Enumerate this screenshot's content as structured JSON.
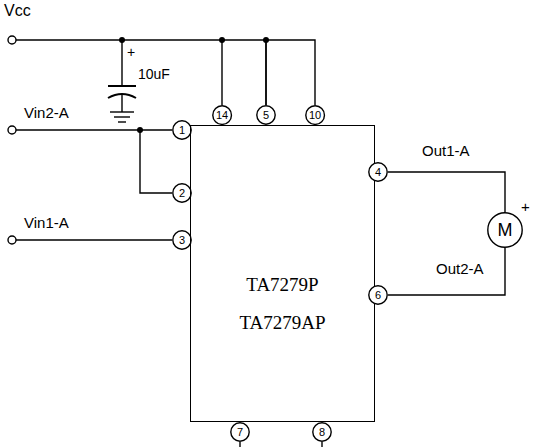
{
  "diagram": {
    "nodes": [
      {
        "text": [
          "14"
        ]
      },
      {
        "text": [
          "5"
        ]
      },
      {
        "text": [
          "10"
        ]
      },
      {
        "text": [
          "1"
        ]
      },
      {
        "text": [
          "2"
        ]
      },
      {
        "text": [
          "3"
        ]
      },
      {
        "text": [
          "TA7279P",
          "TA7279AP"
        ]
      },
      {
        "text": [
          "4"
        ]
      },
      {
        "text": [
          "M"
        ]
      },
      {
        "text": [
          "6"
        ]
      },
      {
        "text": [
          "7"
        ]
      },
      {
        "text": [
          "8"
        ]
      }
    ],
    "edges": [
      {
        "from": 0,
        "to": 1,
        "arrow": "none"
      },
      {
        "from": 1,
        "to": 2,
        "arrow": "none"
      },
      {
        "from": 3,
        "to": 4,
        "arrow": "none"
      },
      {
        "from": 7,
        "to": 8,
        "arrow": "none"
      },
      {
        "from": 9,
        "to": 8,
        "arrow": "none"
      }
    ],
    "labels": [
      "Vcc",
      "10uF",
      "+",
      "Vin2-A",
      "Vin1-A",
      "Out1-A",
      "+",
      "Out2-A"
    ]
  }
}
